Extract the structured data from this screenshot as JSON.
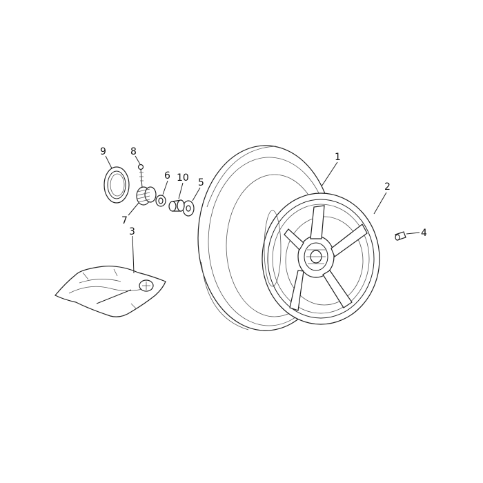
{
  "callouts": {
    "tyre": "1",
    "rim": "2",
    "tool_kit": "3",
    "valve": "4",
    "washer": "5",
    "spacer": "6",
    "gear": "7",
    "pin": "8",
    "seal": "9",
    "bushing": "10"
  }
}
